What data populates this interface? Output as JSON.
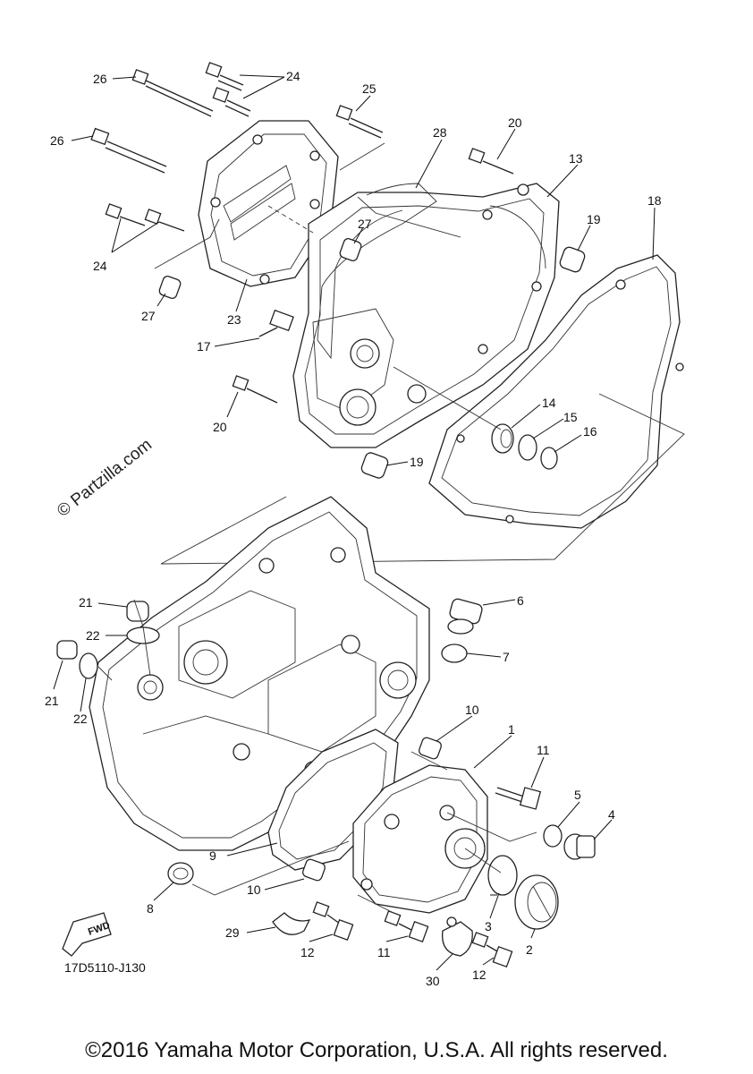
{
  "watermark": "© Partzilla.com",
  "diagram_code": "17D5110-J130",
  "fwd_label": "FWD",
  "copyright": "©2016 Yamaha Motor Corporation, U.S.A. All rights reserved.",
  "callouts": [
    "26",
    "24",
    "25",
    "26",
    "28",
    "20",
    "13",
    "27",
    "19",
    "18",
    "24",
    "27",
    "23",
    "17",
    "20",
    "14",
    "15",
    "16",
    "19",
    "21",
    "22",
    "21",
    "22",
    "6",
    "7",
    "10",
    "1",
    "11",
    "5",
    "4",
    "9",
    "10",
    "8",
    "3",
    "2",
    "29",
    "12",
    "11",
    "30",
    "12"
  ]
}
